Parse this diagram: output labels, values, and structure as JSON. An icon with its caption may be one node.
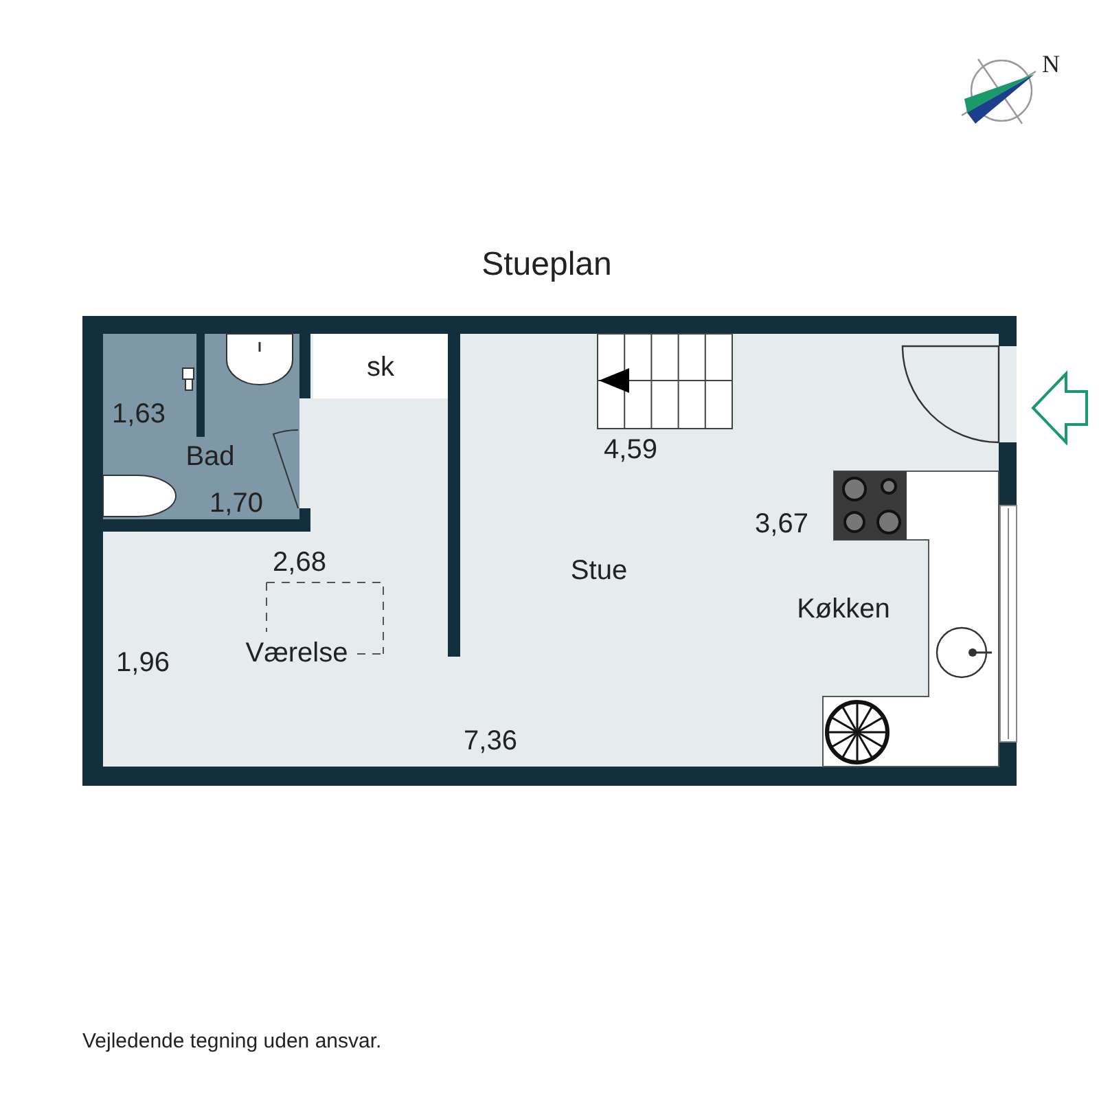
{
  "diagram": {
    "title": "Stueplan",
    "caption": "Vejledende tegning uden ansvar.",
    "nodes": [
      {
        "text": [
          "Bad"
        ]
      },
      {
        "text": [
          "sk"
        ]
      }
    ],
    "labels": [
      "N",
      "1,63",
      "4,59",
      "1,70",
      "3,67",
      "2,68",
      "Stue",
      "Køkken",
      "1,96",
      "Værelse",
      "7,36"
    ]
  }
}
